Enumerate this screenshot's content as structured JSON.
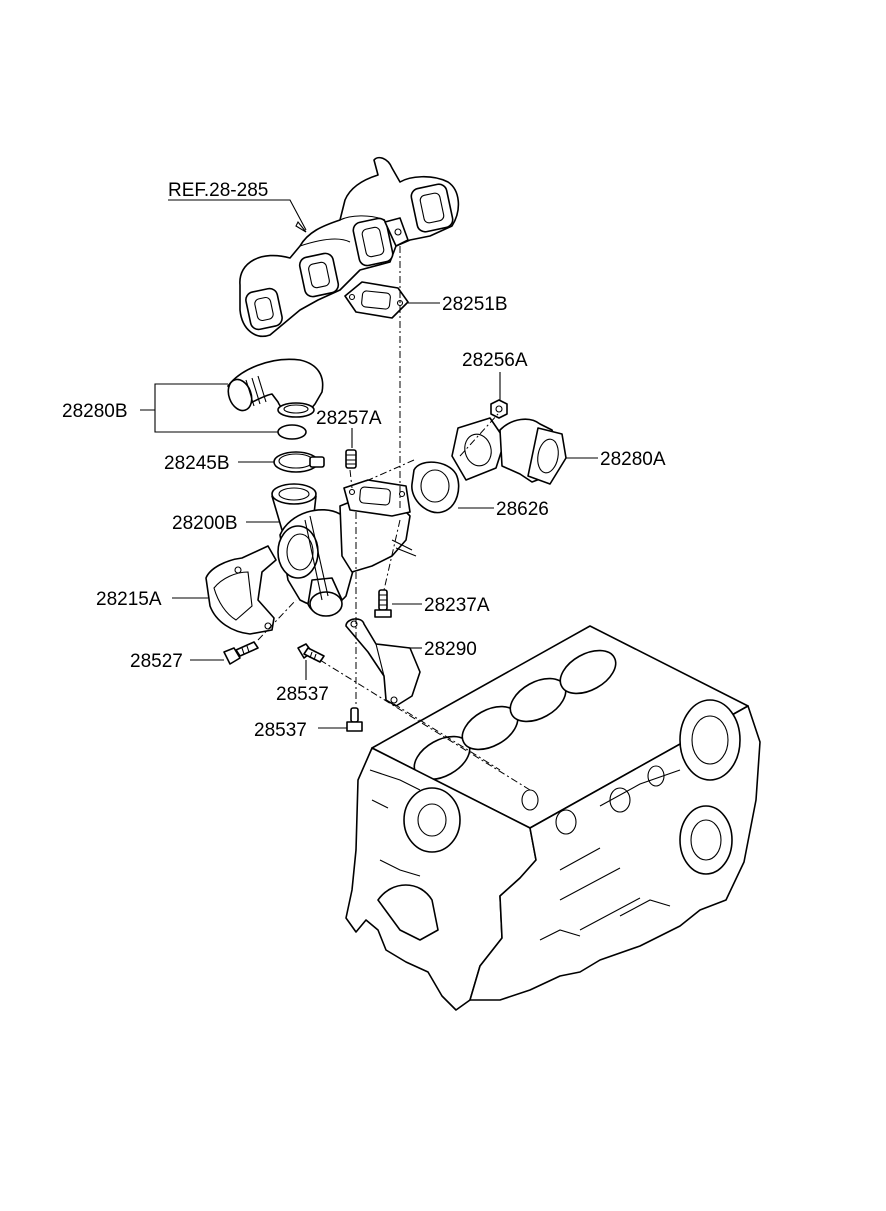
{
  "labels": {
    "ref": "REF.28-285",
    "p28251B": "28251B",
    "p28256A": "28256A",
    "p28280B": "28280B",
    "p28257A": "28257A",
    "p28280A": "28280A",
    "p28245B": "28245B",
    "p28626": "28626",
    "p28200B": "28200B",
    "p28215A": "28215A",
    "p28237A": "28237A",
    "p28290": "28290",
    "p28527": "28527",
    "p28537a": "28537",
    "p28537b": "28537"
  }
}
